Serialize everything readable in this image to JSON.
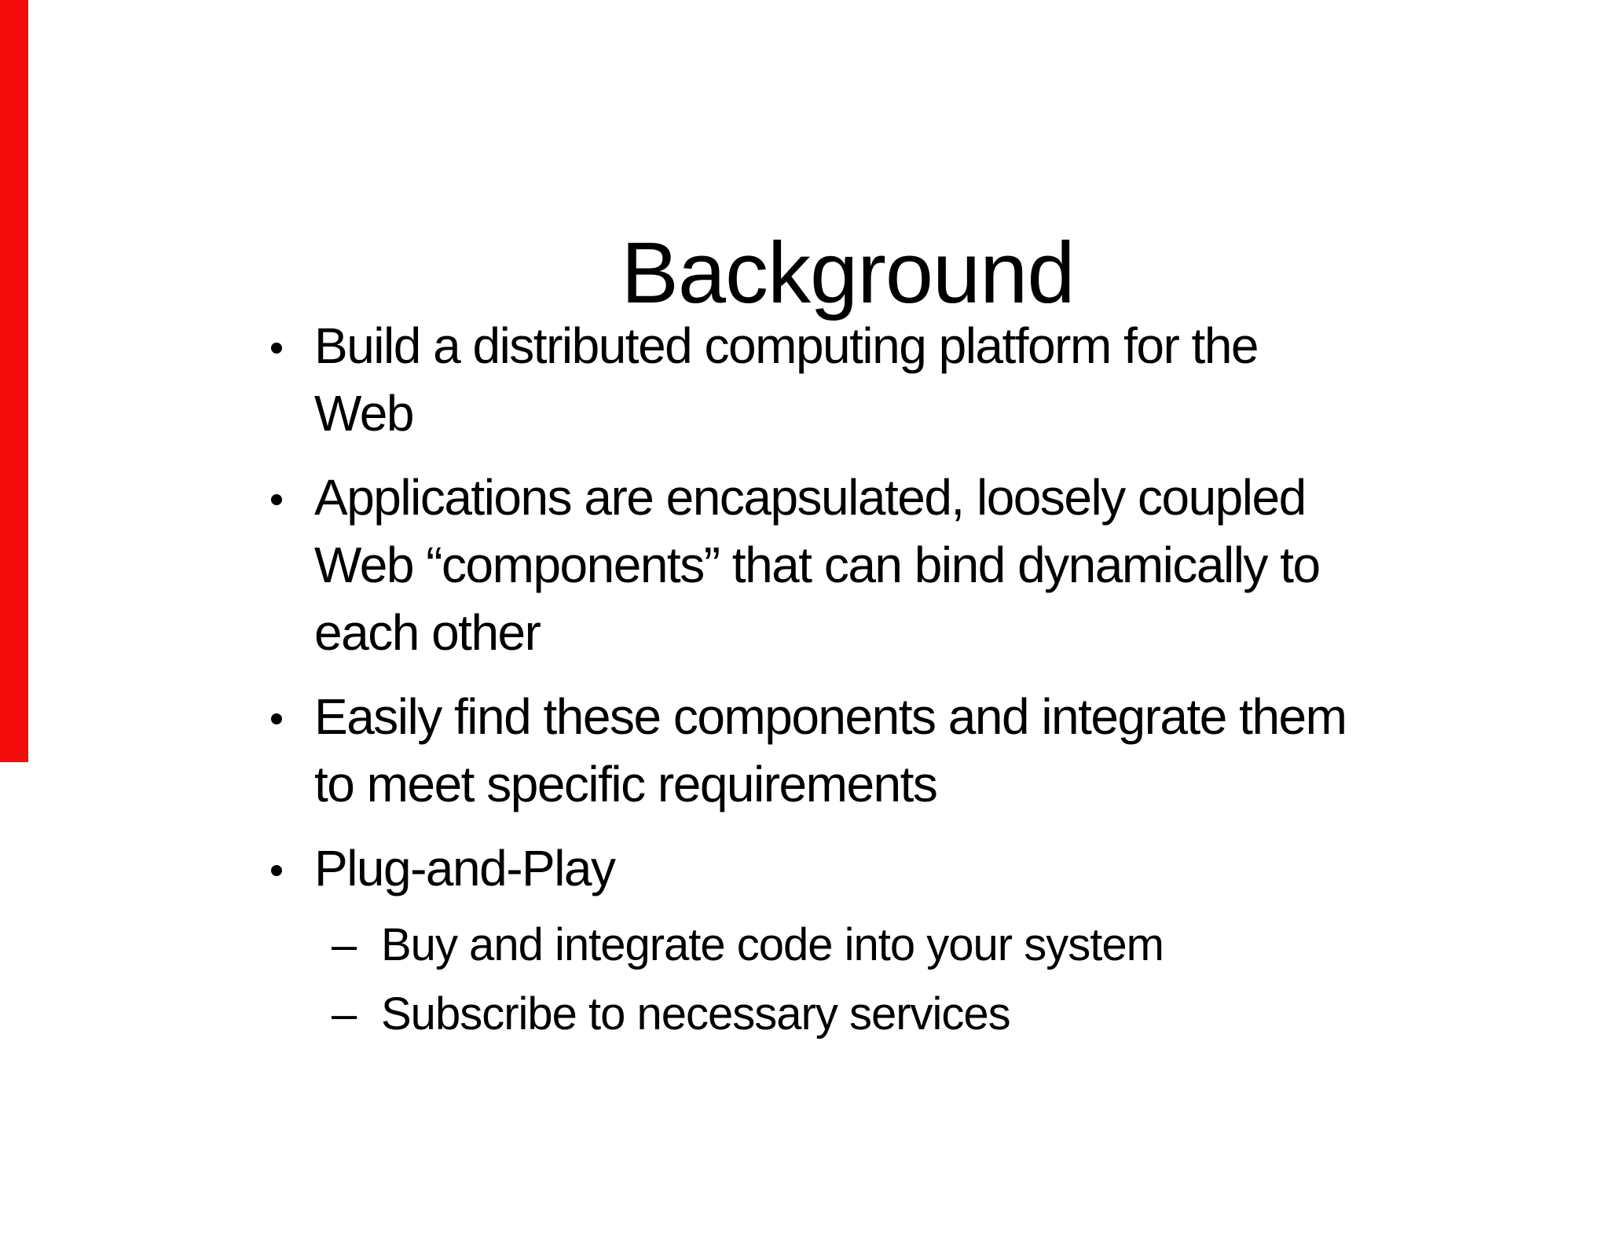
{
  "slide": {
    "title": "Background",
    "bullets": [
      {
        "level": 1,
        "lines": [
          "Build a distributed computing platform for the",
          "Web"
        ]
      },
      {
        "level": 1,
        "lines": [
          "Applications are encapsulated, loosely coupled",
          "Web “components” that can bind dynamically to",
          "each other"
        ]
      },
      {
        "level": 1,
        "lines": [
          "Easily find these components and integrate them",
          "to meet specific requirements"
        ]
      },
      {
        "level": 1,
        "lines": [
          "Plug-and-Play"
        ]
      },
      {
        "level": 2,
        "lines": [
          "Buy and integrate code into your system"
        ]
      },
      {
        "level": 2,
        "lines": [
          "Subscribe to necessary services"
        ]
      }
    ],
    "markers": {
      "level1": "•",
      "level2": "–"
    },
    "colors": {
      "background": "#ffffff",
      "text": "#000000",
      "accent_bar": "#f40b0b"
    }
  }
}
